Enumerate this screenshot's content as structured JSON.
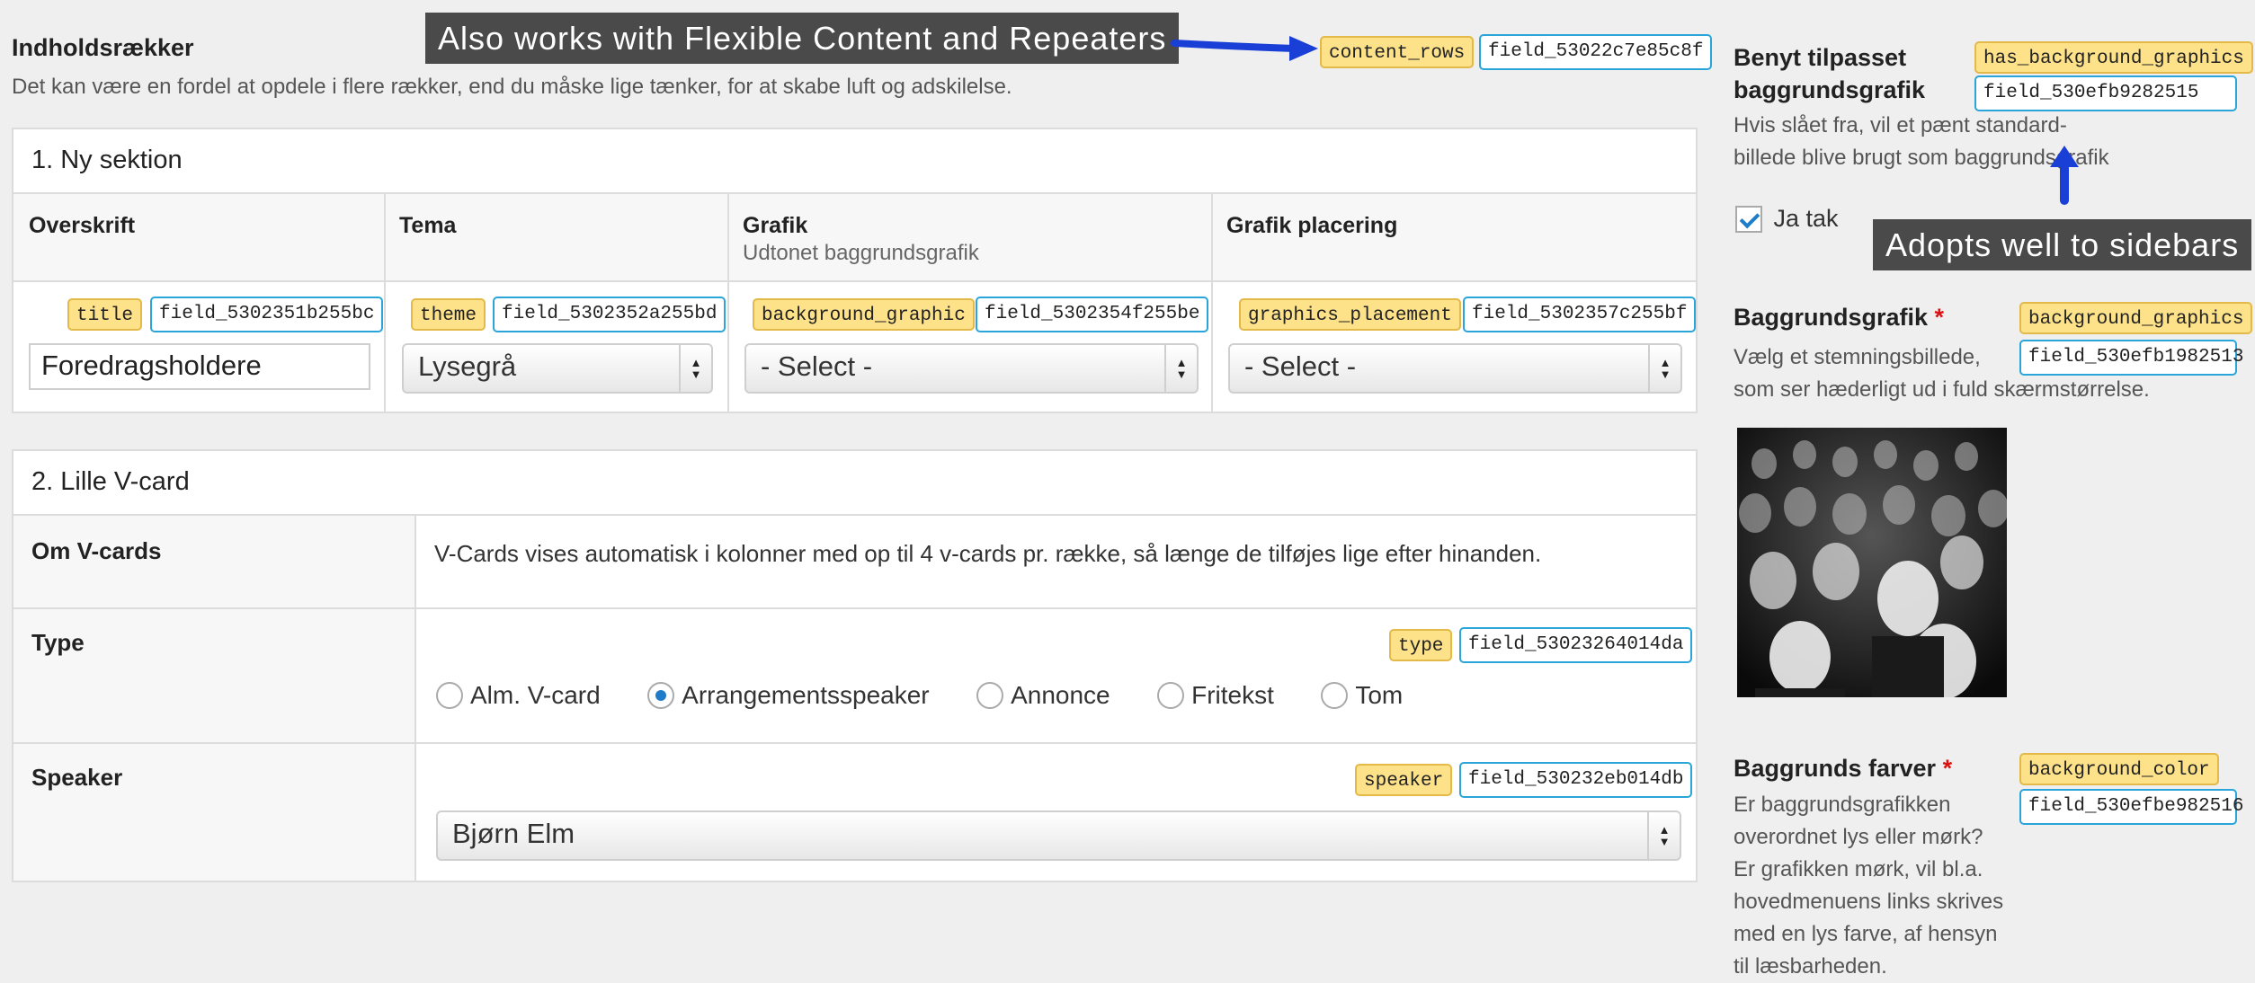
{
  "callouts": {
    "top": "Also works with Flexible Content and Repeaters",
    "side": "Adopts well to sidebars"
  },
  "content_rows": {
    "label": "Indholdsrækker",
    "description": "Det kan være en fordel at opdele i flere rækker, end du måske lige tænker, for at skabe luft og adskilelse.",
    "name_tag": "content_rows",
    "key_tag": "field_53022c7e85c8f"
  },
  "section1": {
    "title": "1. Ny sektion",
    "columns": [
      {
        "label": "Overskrift",
        "sub": "",
        "name_tag": "title",
        "key_tag": "field_5302351b255bc",
        "value": "Foredragsholdere"
      },
      {
        "label": "Tema",
        "sub": "",
        "name_tag": "theme",
        "key_tag": "field_5302352a255bd",
        "value": "Lysegrå"
      },
      {
        "label": "Grafik",
        "sub": "Udtonet baggrundsgrafik",
        "name_tag": "background_graphic",
        "key_tag": "field_5302354f255be",
        "value": "- Select -"
      },
      {
        "label": "Grafik placering",
        "sub": "",
        "name_tag": "graphics_placement",
        "key_tag": "field_5302357c255bf",
        "value": "- Select -"
      }
    ]
  },
  "section2": {
    "title": "2. Lille V-card",
    "om_label": "Om V-cards",
    "om_text": "V-Cards vises automatisk i kolonner med op til 4 v-cards pr. række, så længe de tilføjes lige efter hinanden.",
    "type_label": "Type",
    "type_name_tag": "type",
    "type_key_tag": "field_53023264014da",
    "type_options": [
      "Alm. V-card",
      "Arrangementsspeaker",
      "Annonce",
      "Fritekst",
      "Tom"
    ],
    "type_selected": "Arrangementsspeaker",
    "speaker_label": "Speaker",
    "speaker_name_tag": "speaker",
    "speaker_key_tag": "field_530232eb014db",
    "speaker_value": "Bjørn Elm"
  },
  "sidebar": {
    "custom_bg": {
      "label_line1": "Benyt tilpasset",
      "label_line2": "baggrundsgrafik",
      "name_tag": "has_background_graphics",
      "key_tag": "field_530efb9282515",
      "description": "Hvis slået fra, vil et pænt standard-billede blive brugt som baggrundsgrafik",
      "checkbox_label": "Ja tak",
      "checked": true
    },
    "bg_graphic": {
      "label": "Baggrundsgrafik",
      "required_mark": "*",
      "name_tag": "background_graphics",
      "key_tag": "field_530efb1982513",
      "description_line1": "Vælg et stemningsbillede,",
      "description_line2": "som ser hæderligt ud i fuld skærmstørrelse."
    },
    "bg_color": {
      "label": "Baggrunds farver",
      "required_mark": "*",
      "name_tag": "background_color",
      "key_tag": "field_530efbe982516",
      "description": "Er baggrundsgrafikken overordnet lys eller mørk? Er grafikken mørk, vil bl.a. hovedmenuens links skrives med en lys farve, af hensyn til læsbarheden."
    }
  },
  "colors": {
    "accent": "#1e7cc8",
    "arrow": "#1a3fd6",
    "tag_yellow": "#fde28a",
    "tag_blue_border": "#29a5da",
    "callout_bg": "#4a4a4a",
    "required": "#dd1111"
  }
}
